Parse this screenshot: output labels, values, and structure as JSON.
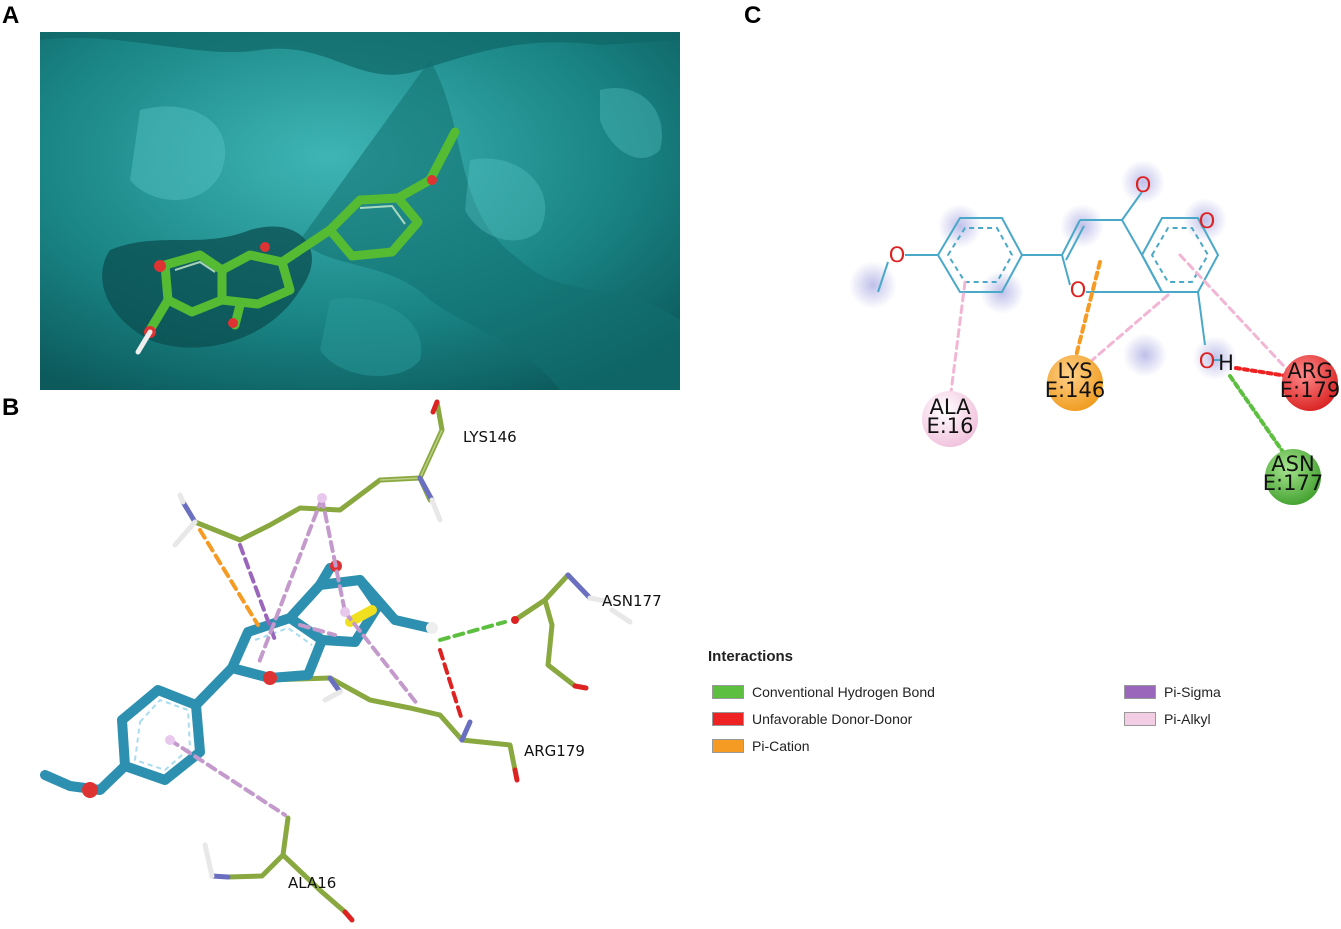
{
  "panels": {
    "a": "A",
    "b": "B",
    "c": "C"
  },
  "panel_b": {
    "residues": [
      "LYS146",
      "ASN177",
      "ARG179",
      "ALA16"
    ]
  },
  "panel_c": {
    "atoms": {
      "o_carbonyl": "O",
      "o_5": "O",
      "o_ring": "O",
      "o_methoxy": "O",
      "o_7": "O",
      "h_7": "H"
    },
    "residues": [
      {
        "name": "ALA",
        "chain": "E:16",
        "color": "#f5c6e1"
      },
      {
        "name": "LYS",
        "chain": "E:146",
        "color": "#f5a623"
      },
      {
        "name": "ARG",
        "chain": "E:179",
        "color": "#ee3333"
      },
      {
        "name": "ASN",
        "chain": "E:177",
        "color": "#55bb44"
      }
    ]
  },
  "legend": {
    "title": "Interactions",
    "items": [
      {
        "label": "Conventional Hydrogen Bond",
        "color": "#5cbf3f"
      },
      {
        "label": "Unfavorable Donor-Donor",
        "color": "#ee2222"
      },
      {
        "label": "Pi-Cation",
        "color": "#f59a23"
      },
      {
        "label": "Pi-Sigma",
        "color": "#9966bb"
      },
      {
        "label": "Pi-Alkyl",
        "color": "#f2cde4"
      }
    ]
  },
  "colors": {
    "surface": "#1e8a8a",
    "ligand_a": "#55bb33",
    "ligand_b": "#2e90b0",
    "residue_stick": "#8aa840",
    "diagram_bond": "#4aa8c8"
  }
}
